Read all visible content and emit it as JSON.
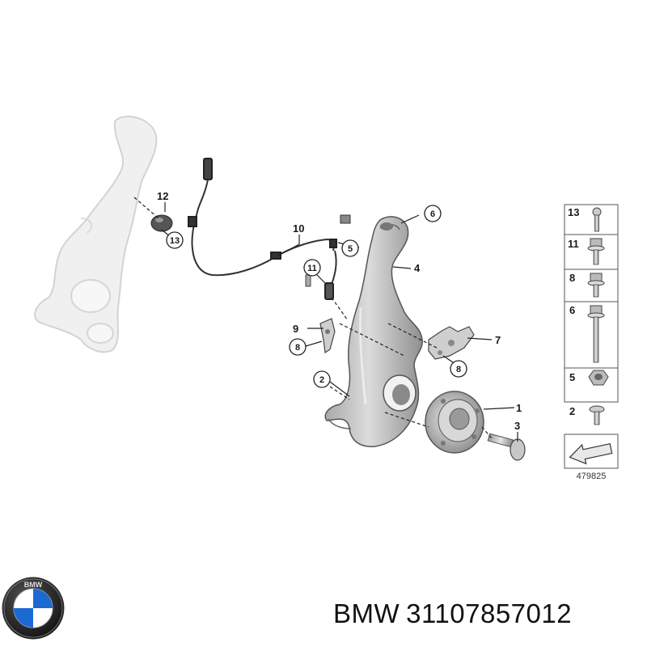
{
  "diagram": {
    "callouts": {
      "c1": "1",
      "c2": "2",
      "c3": "3",
      "c4": "4",
      "c5": "5",
      "c6": "6",
      "c7": "7",
      "c8a": "8",
      "c8b": "8",
      "c9": "9",
      "c10": "10",
      "c11": "11",
      "c12": "12",
      "c13": "13"
    },
    "legend": {
      "rows": [
        "13",
        "11",
        "8",
        "6",
        "5",
        "2"
      ]
    },
    "reference_number": "479825"
  },
  "brand": {
    "logo_letters": "BMW",
    "name": "BMW",
    "part_number": "31107857012"
  },
  "colors": {
    "part_fill": "#c8c8c8",
    "part_shadow": "#8c8c8c",
    "ghost_fill": "#eeeeee",
    "line": "#222222",
    "bmw_blue": "#1c69d4"
  }
}
